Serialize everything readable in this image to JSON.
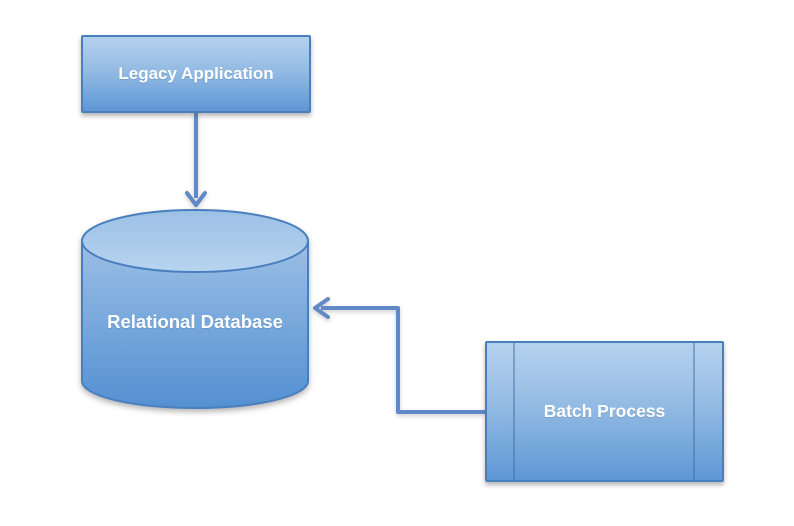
{
  "diagram": {
    "background_color": "#ffffff",
    "nodes": [
      {
        "id": "legacy-application",
        "shape": "rectangle",
        "label": "Legacy Application"
      },
      {
        "id": "relational-database",
        "shape": "cylinder",
        "label": "Relational Database"
      },
      {
        "id": "batch-process",
        "shape": "predefined-process",
        "label": "Batch Process"
      }
    ],
    "connectors": [
      {
        "from": "legacy-application",
        "to": "relational-database",
        "style": "straight",
        "arrow_direction": "down"
      },
      {
        "from": "batch-process",
        "to": "relational-database",
        "style": "elbow",
        "arrow_direction": "left"
      }
    ],
    "colors": {
      "node_fill_top": "#b5d2ef",
      "node_fill_bottom": "#5e97d5",
      "node_border": "#4a7fbe",
      "connector": "#6089c6",
      "label_text": "#ffffff"
    }
  }
}
